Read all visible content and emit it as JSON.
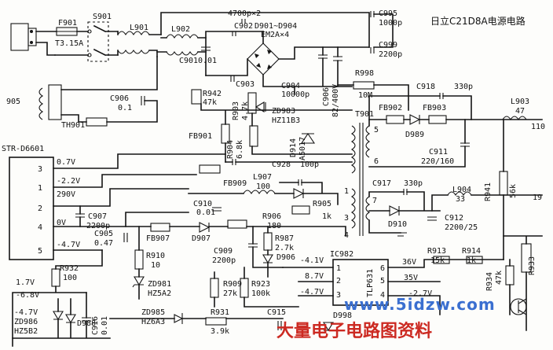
{
  "title": "日立C21D8A电源电路",
  "ic_main": "STR-D6601",
  "ic_pin_labels": [
    "0.7V",
    "-2.2V",
    "290V",
    "0V",
    "-4.7V"
  ],
  "ic_pins": [
    "3",
    "1",
    "2",
    "4",
    "5"
  ],
  "ic982": "IC982",
  "ic982_part": "TLP631",
  "ic982_pins": [
    "1",
    "2",
    "3",
    "6",
    "5",
    "4"
  ],
  "ic982_volts": [
    "-4.1V",
    "8.7V",
    "-4.7V",
    "36V",
    "35V",
    "-2.7V"
  ],
  "labels": {
    "s901": "S901",
    "f901": "F901",
    "f901v": "T3.15A",
    "l901": "L901",
    "l902": "L902",
    "c_top": "4700p×2",
    "c902": "C902",
    "c901": "C901",
    "c901v": "0.01",
    "d901": "D901~D904",
    "d901v": "EM2A×4",
    "c995": "C995",
    "c995v": "1000p",
    "c999": "C999",
    "c999v": "2200p",
    "c903": "C903",
    "c904": "C904",
    "c904v": "10000p",
    "c906": "C906",
    "c906v": "82/400V",
    "r998": "R998",
    "r998v": "10M",
    "r942": "R942",
    "r942v": "47k",
    "r903": "R903",
    "r903v": "4.7k",
    "zd983": "ZD983",
    "zd983v": "HZ11B3",
    "d914": "D914",
    "d914v": "A5017",
    "r904": "R904",
    "r904v": "6.8k",
    "c906b": "C906",
    "c906bv": "0.1",
    "th901": "TH901",
    "j905": "905",
    "fb901": "FB901",
    "t901": "T901",
    "fb902": "FB902",
    "fb903": "FB903",
    "c918": "C918",
    "c918v": "330p",
    "d989": "D989",
    "c911": "C911",
    "c911v": "220/160",
    "l903": "L903",
    "l903v": "47",
    "out110": "110",
    "r941": "R941",
    "r941v": "56k",
    "out19": "19",
    "c928": "C928",
    "c928v": "100p",
    "fb909": "FB909",
    "l907": "L907",
    "l907v": "100",
    "c910": "C910",
    "c910v": "0.01",
    "r905": "R905",
    "r905v": "1k",
    "r906": "R906",
    "r906v": "180",
    "c917": "C917",
    "c917v": "330p",
    "l904": "L904",
    "l904v": "33",
    "d910": "D910",
    "c912": "C912",
    "c912v": "2200/25",
    "c907": "C907",
    "c907v": "2200p",
    "c905": "C905",
    "c905v": "0.47",
    "fb907": "FB907",
    "d907": "D907",
    "r910": "R910",
    "r910v": "10",
    "r987": "R987",
    "r987v": "2.7k",
    "d906": "D906",
    "c909": "C909",
    "c909v": "2200p",
    "r913": "R913",
    "r913v": "15k",
    "r914": "R914",
    "r914v": "1k",
    "r932": "R932",
    "r932v": "100",
    "v17": "1.7V",
    "vm68": "-6.8V",
    "zd981": "ZD981",
    "zd981v": "HZ5A2",
    "r909": "R909",
    "r909v": "27k",
    "r923": "R923",
    "r923v": "100k",
    "r934": "R934",
    "r934v": "47k",
    "r933": "R933",
    "zd985": "ZD985",
    "zd985v": "HZ6A3",
    "r931": "R931",
    "r931v": "3.9k",
    "c915": "C915",
    "vm47": "-4.7V",
    "zd986": "ZD986",
    "zd986v": "HZ5B2",
    "d988": "D988",
    "c916": "C916",
    "c916v": "0.01",
    "d998": "D998",
    "t6": "6",
    "t5": "5",
    "t1": "1",
    "t3": "3",
    "t4": "4",
    "t7": "7"
  },
  "watermark": {
    "url": "www.5idzw.com",
    "cn": "大量电子电路图资料"
  },
  "colors": {
    "ink": "#151515",
    "wm_blue": "#3a6fd0",
    "wm_red": "#cc2a22"
  }
}
